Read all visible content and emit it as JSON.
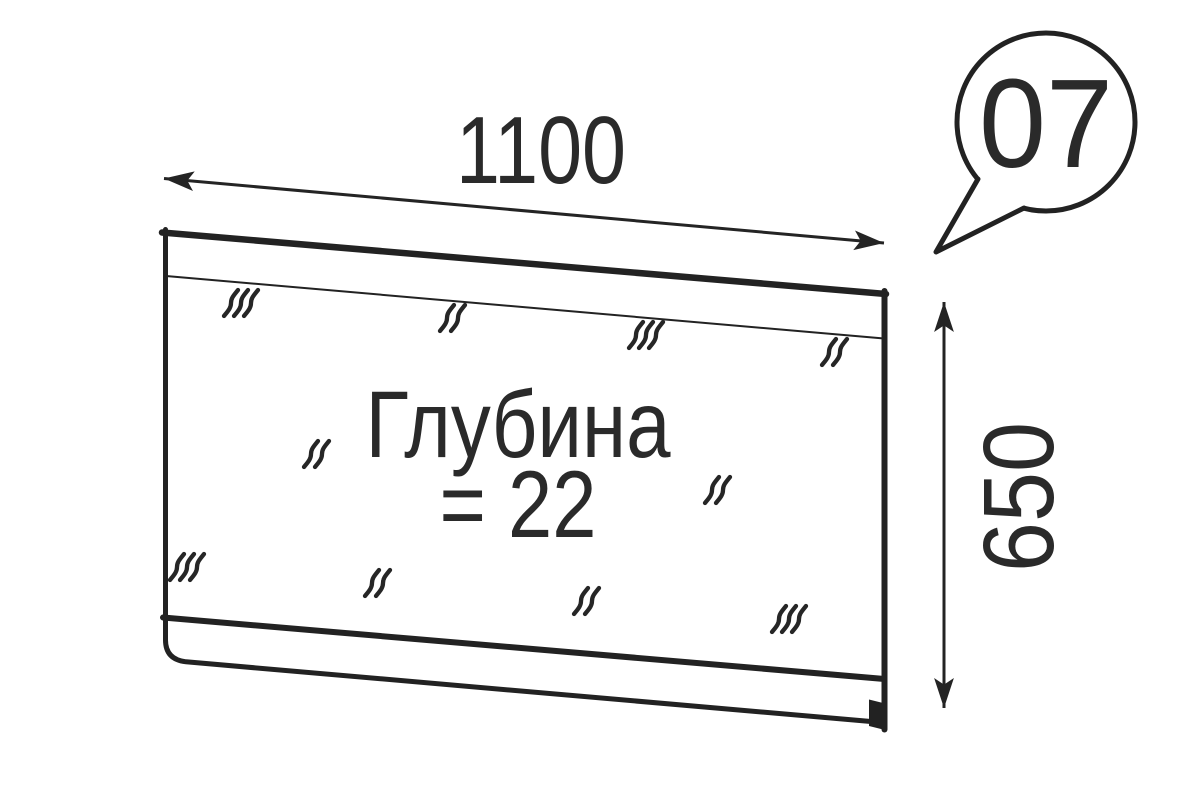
{
  "figure": {
    "type": "furniture-dimension-diagram",
    "part_number": "07",
    "width_label": "1100",
    "height_label": "650",
    "depth_label_line1": "Глубина",
    "depth_label_line2": "= 22"
  },
  "colors": {
    "line": "#222222",
    "text": "#2a2a2a",
    "background": "#ffffff"
  }
}
